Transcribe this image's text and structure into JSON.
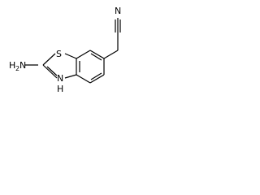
{
  "molecule": {
    "atoms": {
      "sulfur": "S",
      "amine_n": "N",
      "amine_h": "H",
      "amine_h_count": "2",
      "ring_n": "N",
      "ring_nh": "H",
      "nitrile_n": "N"
    },
    "colors": {
      "bond": "#000000",
      "label": "#000000",
      "background": "#ffffff"
    }
  }
}
